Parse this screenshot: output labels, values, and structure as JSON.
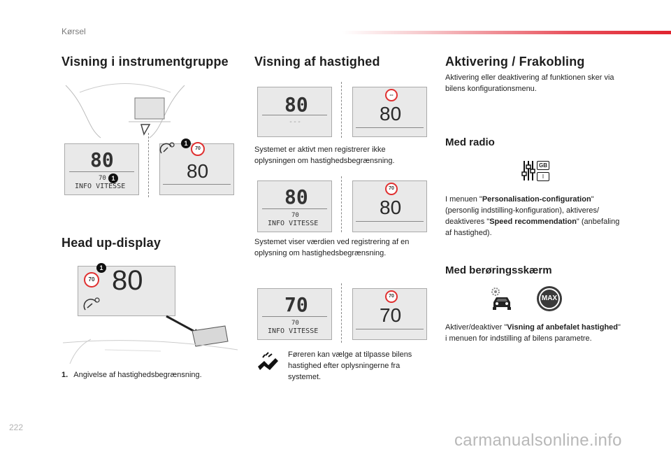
{
  "header": {
    "section": "Kørsel"
  },
  "col1": {
    "title": "Visning i instrumentgruppe",
    "cluster": {
      "lcd_top": "80",
      "lcd_sub": "70",
      "lcd_label": "INFO VITESSE",
      "sign_value": "70",
      "big_value": "80",
      "callout": "1"
    },
    "hud_title": "Head up-display",
    "hud": {
      "sign_value": "70",
      "big_value": "80",
      "callout": "1"
    },
    "footnote_num": "1.",
    "footnote_text": "Angivelse af hastighedsbegrænsning."
  },
  "col2": {
    "title": "Visning af hastighed",
    "row1": {
      "lcd_top": "80",
      "lcd_sub": "---",
      "sign_value": "--",
      "big_value": "80",
      "caption": "Systemet er aktivt men registrerer ikke oplysningen om hastighedsbegrænsning."
    },
    "row2": {
      "lcd_top": "80",
      "lcd_sub": "70",
      "lcd_label": "INFO VITESSE",
      "sign_value": "70",
      "big_value": "80",
      "caption": "Systemet viser værdien ved registrering af en oplysning om hastighedsbegrænsning."
    },
    "row3": {
      "lcd_top": "70",
      "lcd_sub": "70",
      "lcd_label": "INFO VITESSE",
      "sign_value": "70",
      "big_value": "70"
    },
    "driver_note": "Føreren kan vælge at tilpasse bilens hastighed efter oplysningerne fra systemet."
  },
  "col3": {
    "title": "Aktivering / Frakobling",
    "intro": "Aktivering eller deaktivering af funktionen sker via bilens konfigurationsmenu.",
    "radio_title": "Med radio",
    "radio_badge_top": "GB",
    "radio_badge_bottom": "I",
    "radio_text_1": "I menuen \"",
    "radio_menu": "Personalisation-configuration",
    "radio_text_2": "\" (personlig indstilling-konfiguration), aktiveres/ deaktiveres \"",
    "radio_option": "Speed recommendation",
    "radio_text_3": "\" (anbefaling af hastighed).",
    "touch_title": "Med berøringsskærm",
    "max_label": "MAX",
    "touch_text_1": "Aktiver/deaktiver \"",
    "touch_option": "Visning af anbefalet hastighed",
    "touch_text_2": "\" i menuen for indstilling af bilens parametre."
  },
  "footer": {
    "page_number": "222",
    "watermark": "carmanualsonline.info"
  }
}
